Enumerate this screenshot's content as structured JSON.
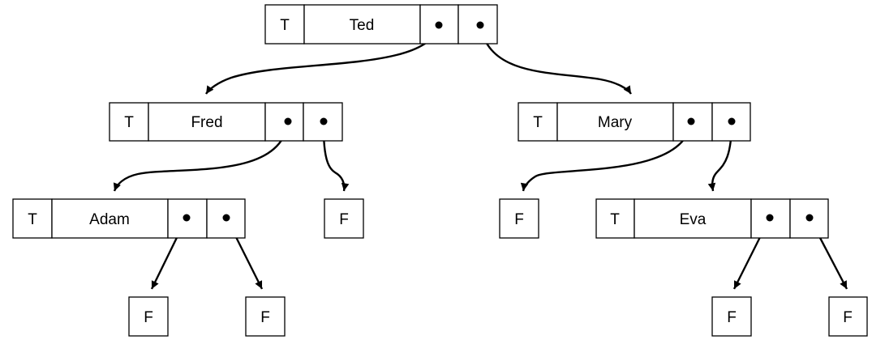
{
  "tree": {
    "nodes": [
      {
        "id": "ted",
        "type": "record",
        "tag": "T",
        "name": "Ted"
      },
      {
        "id": "fred",
        "type": "record",
        "tag": "T",
        "name": "Fred"
      },
      {
        "id": "mary",
        "type": "record",
        "tag": "T",
        "name": "Mary"
      },
      {
        "id": "adam",
        "type": "record",
        "tag": "T",
        "name": "Adam"
      },
      {
        "id": "eva",
        "type": "record",
        "tag": "T",
        "name": "Eva"
      },
      {
        "id": "fred-right-leaf",
        "type": "leaf",
        "tag": "F"
      },
      {
        "id": "mary-left-leaf",
        "type": "leaf",
        "tag": "F"
      },
      {
        "id": "adam-left-leaf",
        "type": "leaf",
        "tag": "F"
      },
      {
        "id": "adam-right-leaf",
        "type": "leaf",
        "tag": "F"
      },
      {
        "id": "eva-left-leaf",
        "type": "leaf",
        "tag": "F"
      },
      {
        "id": "eva-right-leaf",
        "type": "leaf",
        "tag": "F"
      }
    ],
    "edges": [
      {
        "from": "ted",
        "pointer": "left",
        "to": "fred"
      },
      {
        "from": "ted",
        "pointer": "right",
        "to": "mary"
      },
      {
        "from": "fred",
        "pointer": "left",
        "to": "adam"
      },
      {
        "from": "fred",
        "pointer": "right",
        "to": "fred-right-leaf"
      },
      {
        "from": "mary",
        "pointer": "left",
        "to": "mary-left-leaf"
      },
      {
        "from": "mary",
        "pointer": "right",
        "to": "eva"
      },
      {
        "from": "adam",
        "pointer": "left",
        "to": "adam-left-leaf"
      },
      {
        "from": "adam",
        "pointer": "right",
        "to": "adam-right-leaf"
      },
      {
        "from": "eva",
        "pointer": "left",
        "to": "eva-left-leaf"
      },
      {
        "from": "eva",
        "pointer": "right",
        "to": "eva-right-leaf"
      }
    ]
  }
}
